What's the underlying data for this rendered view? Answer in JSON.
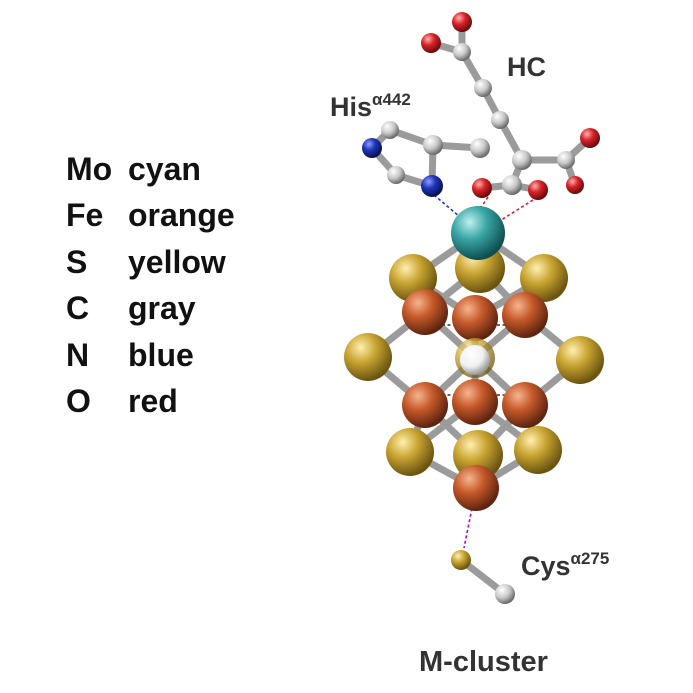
{
  "legend": [
    {
      "symbol": "Mo",
      "color_name": "cyan",
      "color": "#3aa6a6"
    },
    {
      "symbol": "Fe",
      "color_name": "orange",
      "color": "#c75a2a"
    },
    {
      "symbol": "S",
      "color_name": "yellow",
      "color": "#c9a532"
    },
    {
      "symbol": "C",
      "color_name": "gray",
      "color": "#c8c8c8"
    },
    {
      "symbol": "N",
      "color_name": "blue",
      "color": "#1f35b8"
    },
    {
      "symbol": "O",
      "color_name": "red",
      "color": "#d8242a"
    }
  ],
  "labels": {
    "hc": "HC",
    "his_name": "His",
    "his_sup": "α442",
    "cys_name": "Cys",
    "cys_sup": "α275",
    "cluster": "M-cluster"
  }
}
